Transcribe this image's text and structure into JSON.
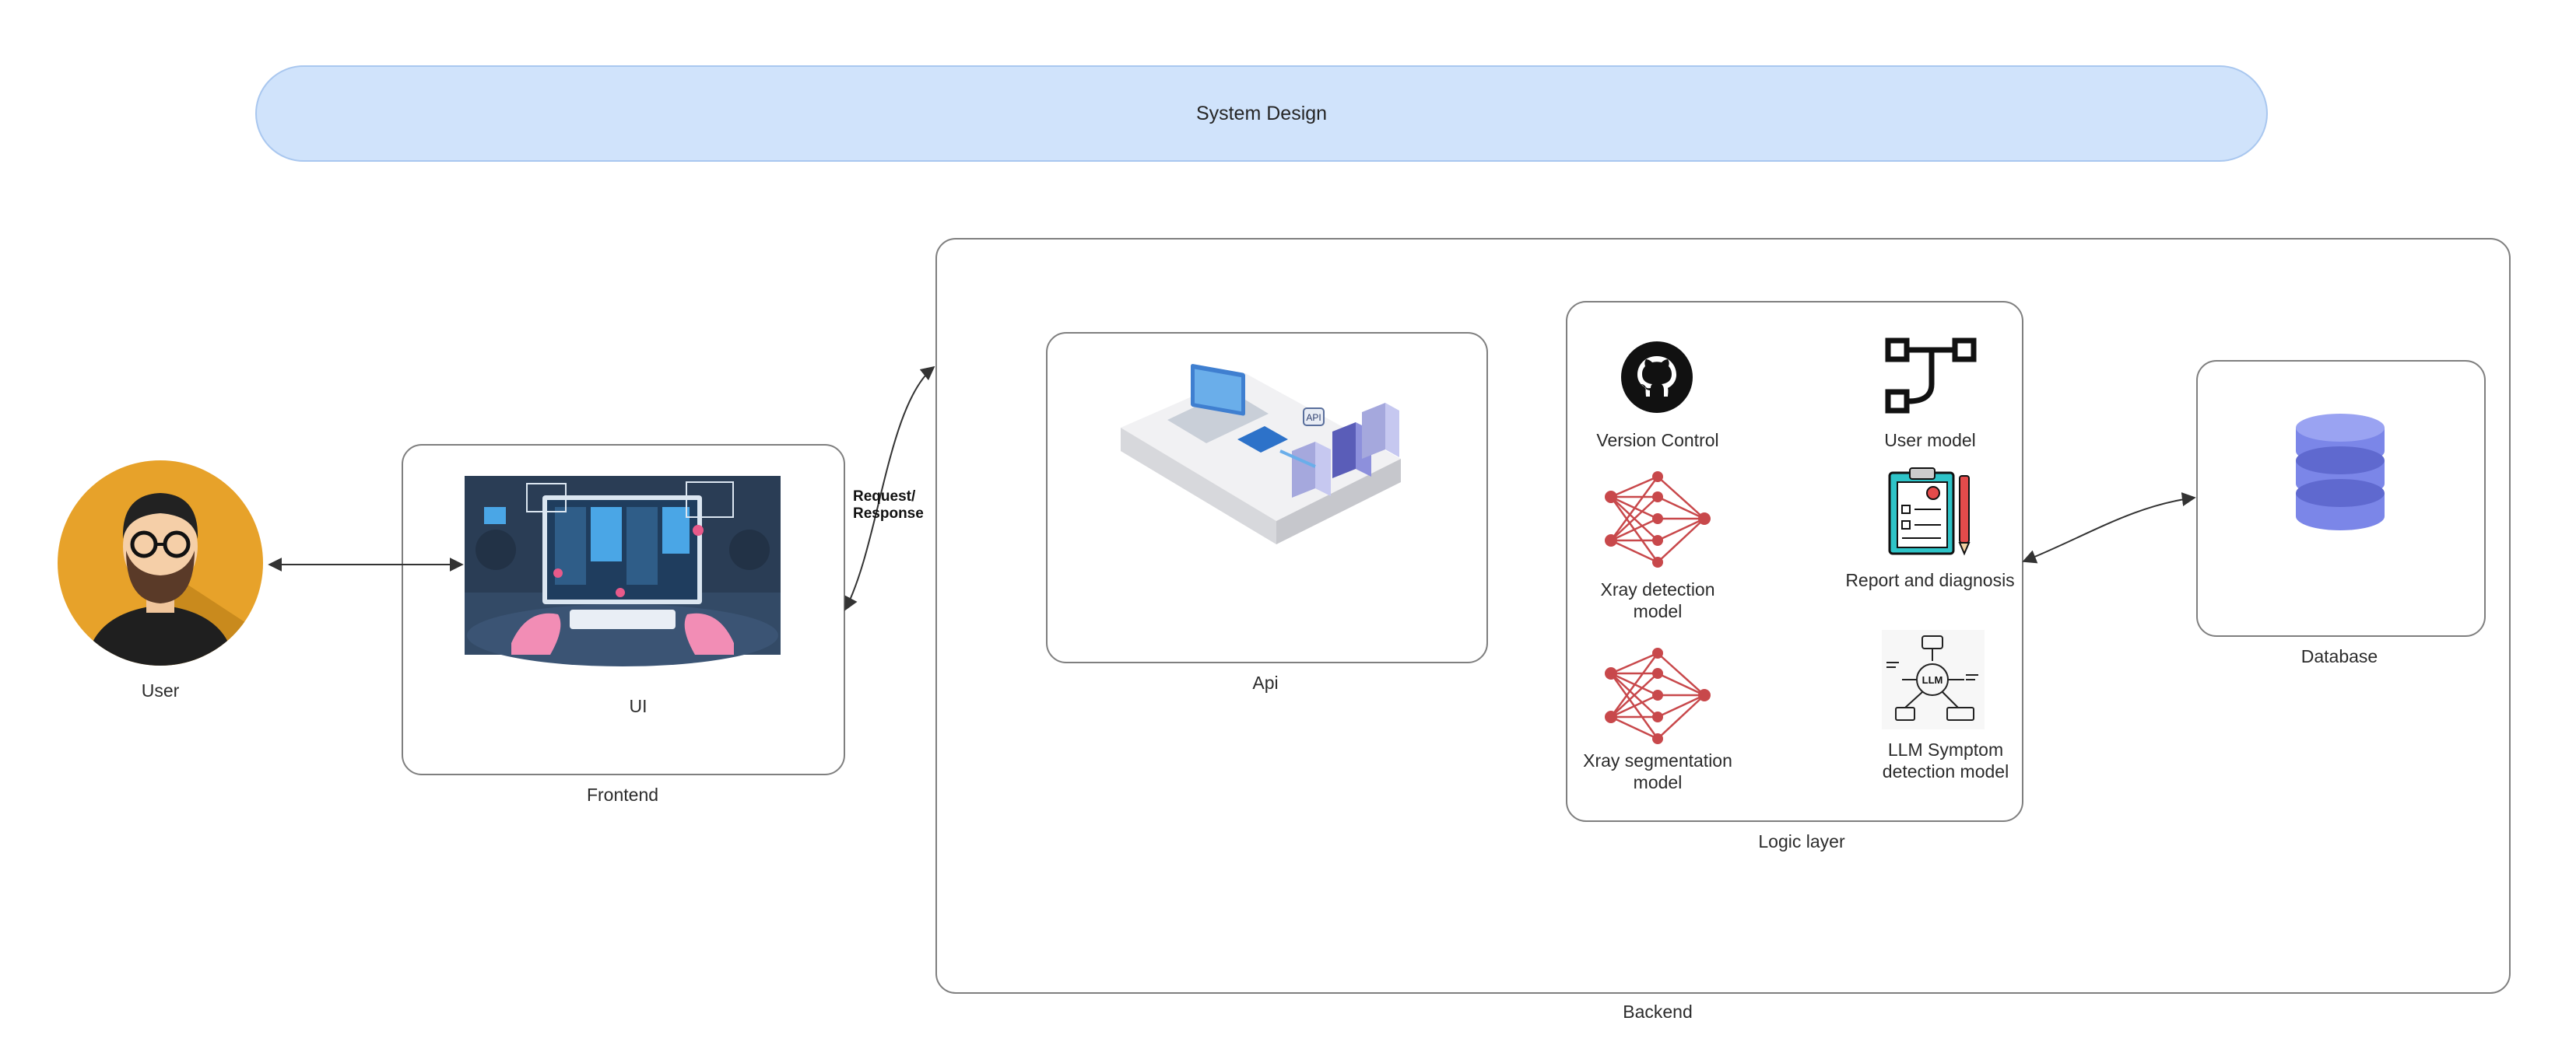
{
  "title": "System Design",
  "nodes": {
    "user": {
      "label": "User"
    },
    "frontend": {
      "label": "Frontend",
      "inner_label": "UI"
    },
    "backend": {
      "label": "Backend"
    },
    "api": {
      "label": "Api",
      "badge": "API"
    },
    "logic_layer": {
      "label": "Logic layer",
      "items": [
        {
          "label": "Version Control",
          "icon": "github-icon"
        },
        {
          "label": "User model",
          "icon": "flow-icon"
        },
        {
          "label": "Xray detection\nmodel",
          "icon": "neural-network-icon"
        },
        {
          "label": "Report and diagnosis",
          "icon": "clipboard-report-icon"
        },
        {
          "label": "Xray segmentation\nmodel",
          "icon": "neural-network-icon"
        },
        {
          "label": "LLM Symptom\ndetection model",
          "icon": "llm-icon"
        }
      ],
      "llm_badge": "LLM"
    },
    "database": {
      "label": "Database",
      "icon": "database-icon"
    }
  },
  "edges": [
    {
      "from": "user",
      "to": "frontend",
      "label": ""
    },
    {
      "from": "frontend",
      "to": "backend",
      "label": "Request/\nResponse"
    },
    {
      "from": "logic_layer",
      "to": "database",
      "label": ""
    }
  ],
  "colors": {
    "banner_fill": "#d0e3fb",
    "banner_stroke": "#a9c7ef",
    "box_stroke": "#7f7f7f",
    "user_circle": "#e7a22a",
    "database": "#7b86e8",
    "neural_red": "#c8484b"
  }
}
